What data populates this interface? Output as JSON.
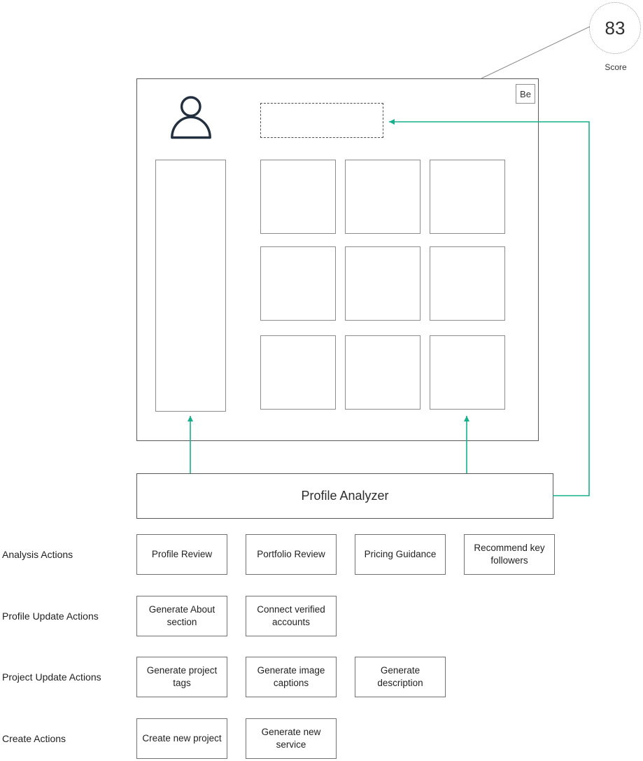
{
  "score": {
    "value": "83",
    "label": "Score"
  },
  "mockup": {
    "badge_label": "Be"
  },
  "analyzer": {
    "label": "Profile Analyzer"
  },
  "actions": {
    "rows": [
      {
        "label": "Analysis Actions",
        "buttons": [
          "Profile Review",
          "Portfolio Review",
          "Pricing Guidance",
          "Recommend key followers"
        ]
      },
      {
        "label": "Profile Update Actions",
        "buttons": [
          "Generate About section",
          "Connect verified accounts"
        ]
      },
      {
        "label": "Project Update Actions",
        "buttons": [
          "Generate project tags",
          "Generate image captions",
          "Generate description"
        ]
      },
      {
        "label": "Create Actions",
        "buttons": [
          "Create new project",
          "Generate new service"
        ]
      }
    ]
  },
  "colors": {
    "accent": "#16b08c",
    "annotation_line": "#8c8c8c",
    "person_icon": "#222f3e"
  }
}
